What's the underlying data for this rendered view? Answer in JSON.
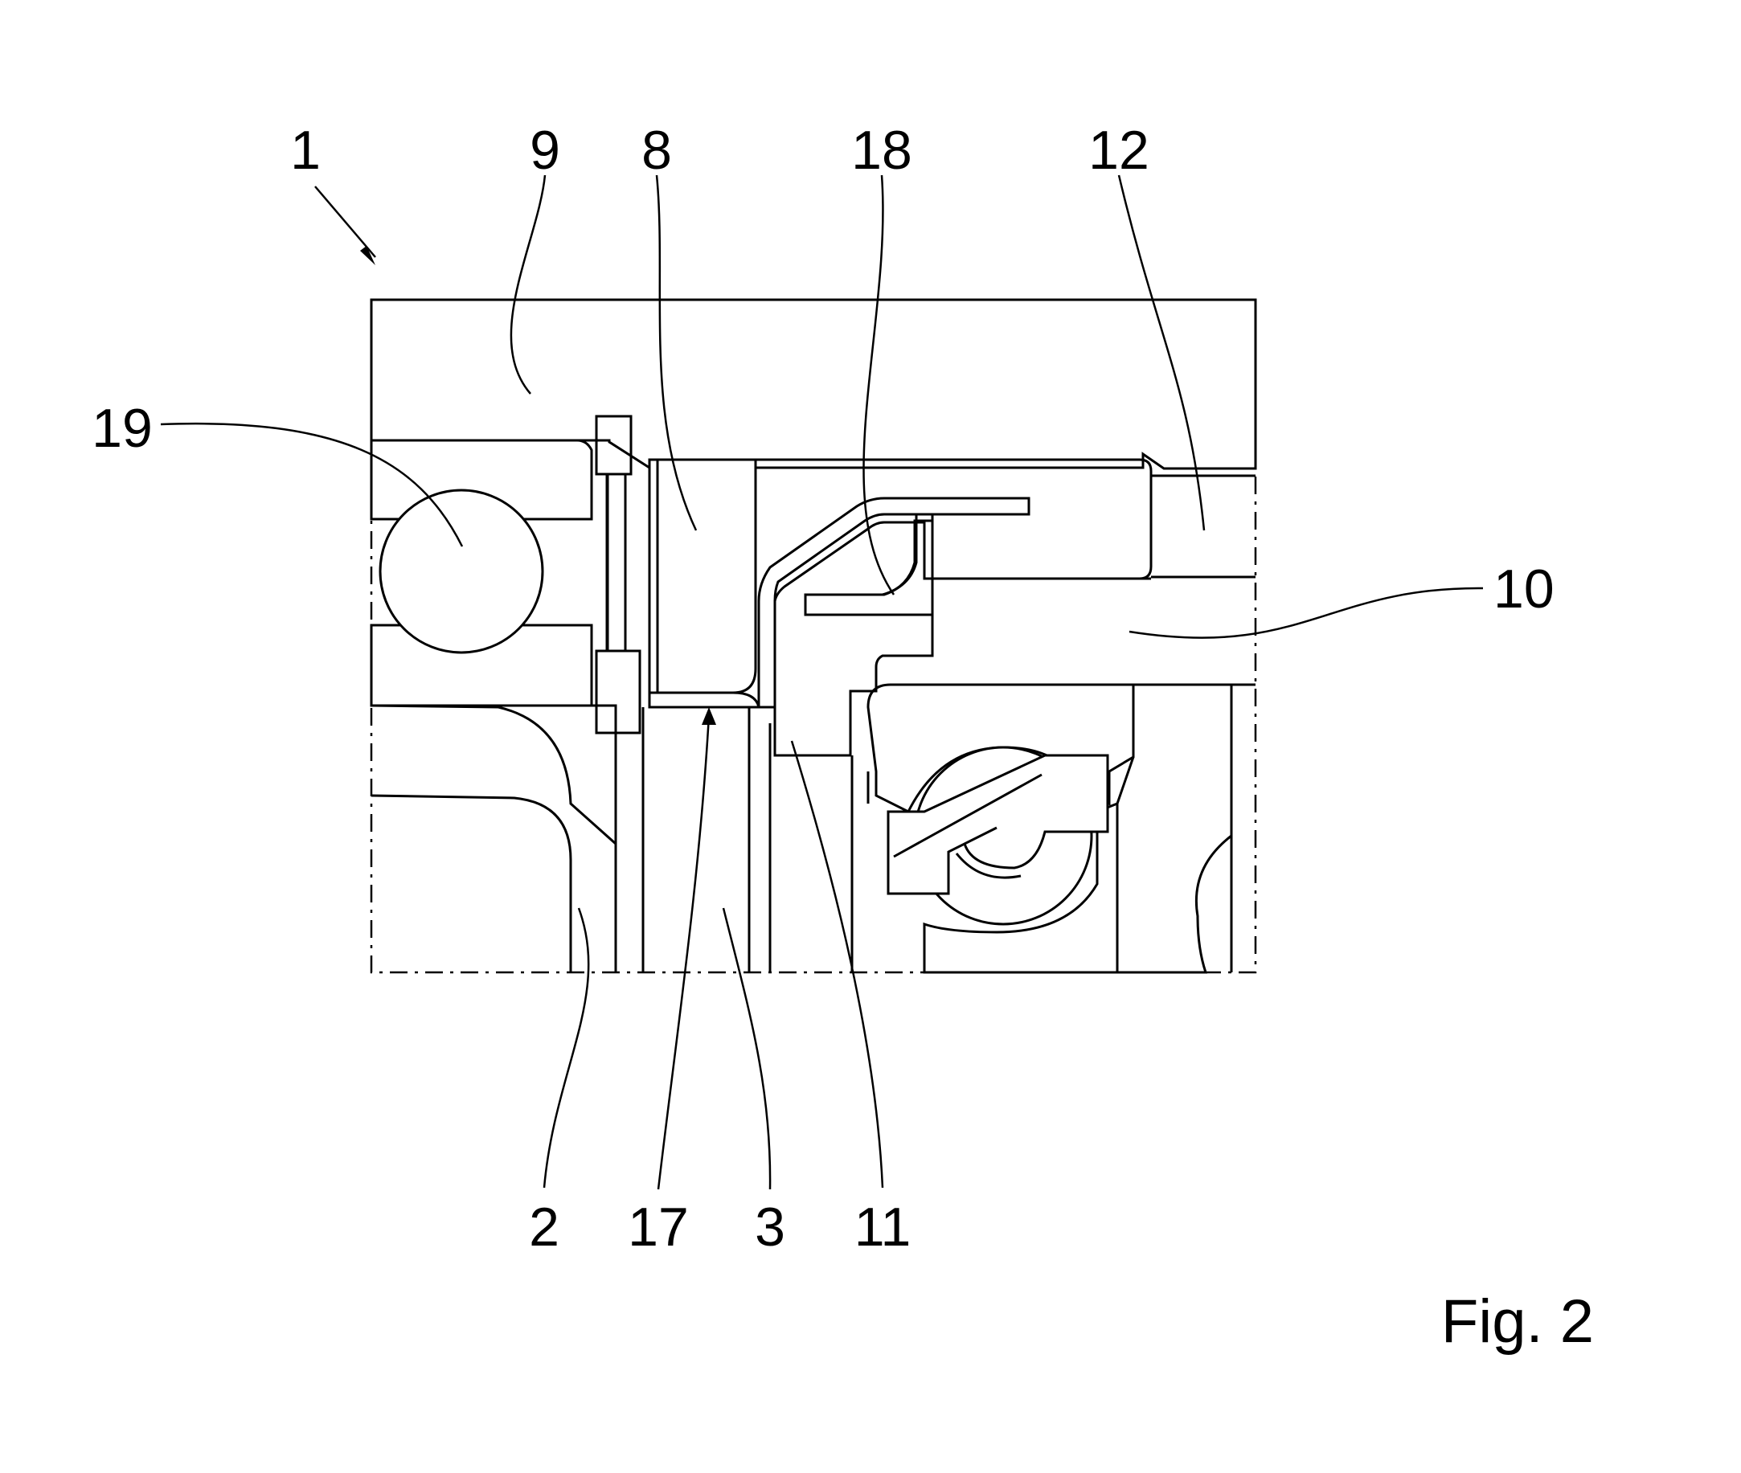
{
  "figure": {
    "caption": "Fig. 2",
    "reference_numerals": [
      "1",
      "9",
      "8",
      "18",
      "12",
      "19",
      "10",
      "2",
      "17",
      "3",
      "11"
    ],
    "colors": {
      "line": "#000000",
      "background": "#ffffff"
    }
  }
}
